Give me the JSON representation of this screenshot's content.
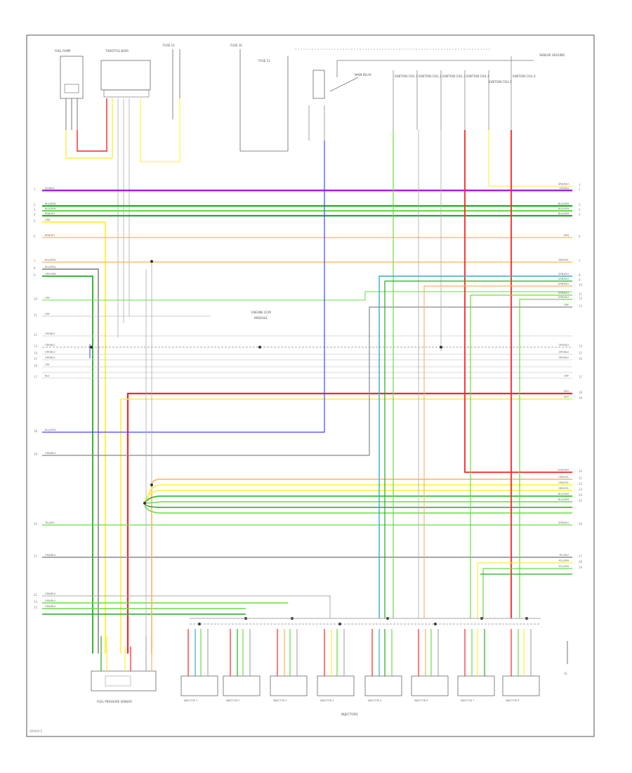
{
  "diagram": {
    "footer_code": "W0000-0",
    "center_label": "ENGINE ECM",
    "center_sub": "MODULE",
    "bottom_caption": "INJECTORS",
    "top_components": [
      "FUEL PUMP",
      "THROTTLE BODY",
      "FUSE 15",
      "FUSE 16",
      "FUSE 21",
      "MAIN RELAY",
      "IGNITION COIL 1",
      "IGNITION COIL 2",
      "IGNITION COIL 3",
      "IGNITION COIL 4",
      "IGNITION COIL 5",
      "IGNITION COIL 6",
      "SENSOR GROUND"
    ],
    "bottom_components": [
      "FUEL PRESSURE SENSOR",
      "INJECTOR 1",
      "INJECTOR 2",
      "INJECTOR 3",
      "INJECTOR 4",
      "INJECTOR 5",
      "INJECTOR 6",
      "INJECTOR 7",
      "INJECTOR 8",
      "G"
    ],
    "left_wire_labels": [
      "VIO/BLU",
      "BLU/GRN",
      "BLU/GRN",
      "BRN/YEL",
      "GRN",
      "BRN/YEL",
      "BLU/GRN",
      "BLU/GRN",
      "GRY/GRN",
      "GRY",
      "GRY",
      "GRY/BLU",
      "GRY/BLU",
      "GRY/BLU",
      "GRY/BLU",
      "GRY",
      "BLU",
      "BLU/GRN",
      "GRN/BLU",
      "YEL/BLU",
      "GRN/BLU",
      "GRN/BLU",
      "GRN/BLU",
      "GRN/BLU"
    ],
    "right_wire_labels": [
      "GRN/BLU",
      "VIO/BLU",
      "BLU/GRN",
      "BLU/GRN",
      "BLU/GRN",
      "GRN",
      "BRN/YEL",
      "GRN/BLU",
      "GRN/BLU",
      "GRN/BLU",
      "GRN/BLU",
      "GRN/BLU",
      "GRY",
      "GRY/BLU",
      "GRY/BLU",
      "GRY/BLU",
      "GRY",
      "RED",
      "RED",
      "RED/GRN",
      "GRN/YEL",
      "GRN/YEL",
      "GRN/YEL",
      "BLU/GRN",
      "BLU/GRN",
      "GRN/BLU",
      "YEL/BLU",
      "YEL/GRN",
      "YEL/GRN"
    ],
    "left_row_numbers": [
      "1",
      "2",
      "3",
      "4",
      "5",
      "6",
      "7",
      "8",
      "9",
      "10",
      "11",
      "12",
      "13",
      "14",
      "15",
      "16",
      "17",
      "18",
      "19",
      "20",
      "21",
      "22",
      "23",
      "24"
    ],
    "right_row_numbers": [
      "1",
      "2",
      "3",
      "4",
      "5",
      "6",
      "7",
      "8",
      "9",
      "10",
      "11",
      "12",
      "13",
      "14",
      "15",
      "16",
      "17",
      "18",
      "19",
      "20",
      "21",
      "22",
      "23",
      "24",
      "25",
      "26",
      "27",
      "28",
      "29"
    ]
  },
  "colors": {
    "violet": "#a020f0",
    "green": "#22aa22",
    "light_green": "#66dd44",
    "orange": "#ffb060",
    "yellow": "#ffee33",
    "red": "#ff2222",
    "blue": "#4444ff",
    "cyan": "#33aacc",
    "gray": "#999999"
  }
}
